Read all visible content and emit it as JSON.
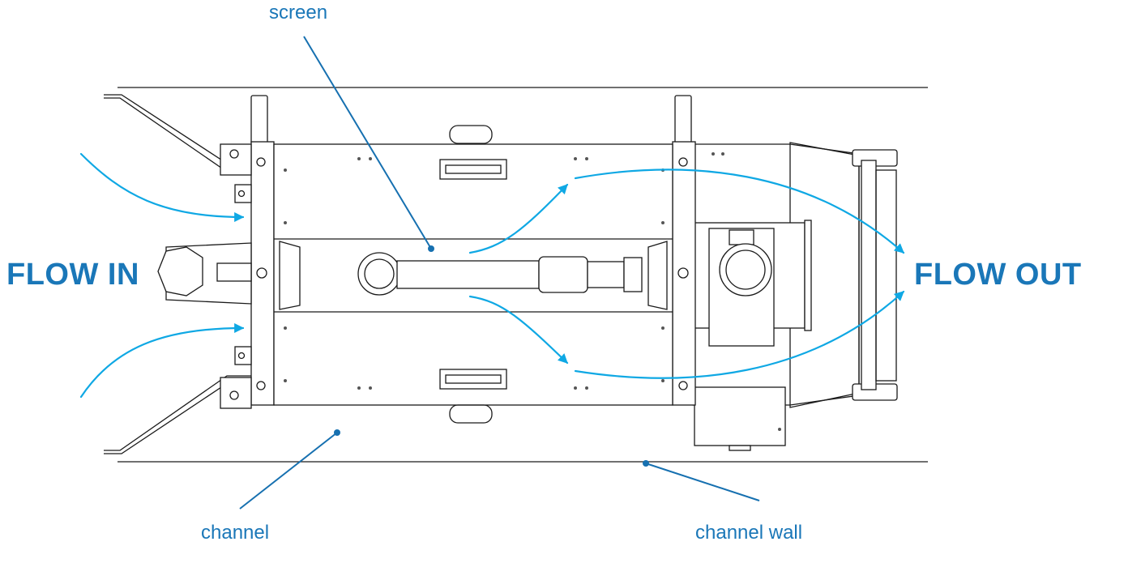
{
  "labels": {
    "screen": "screen",
    "flow_in": "FLOW IN",
    "flow_out": "FLOW OUT",
    "channel": "channel",
    "channel_wall": "channel wall"
  },
  "colors": {
    "label": "#1a77b8",
    "leader": "#1670b0",
    "flow_arrow": "#0fa8e4",
    "drawing": "#1a1a1a",
    "drawing_light": "#555555"
  }
}
